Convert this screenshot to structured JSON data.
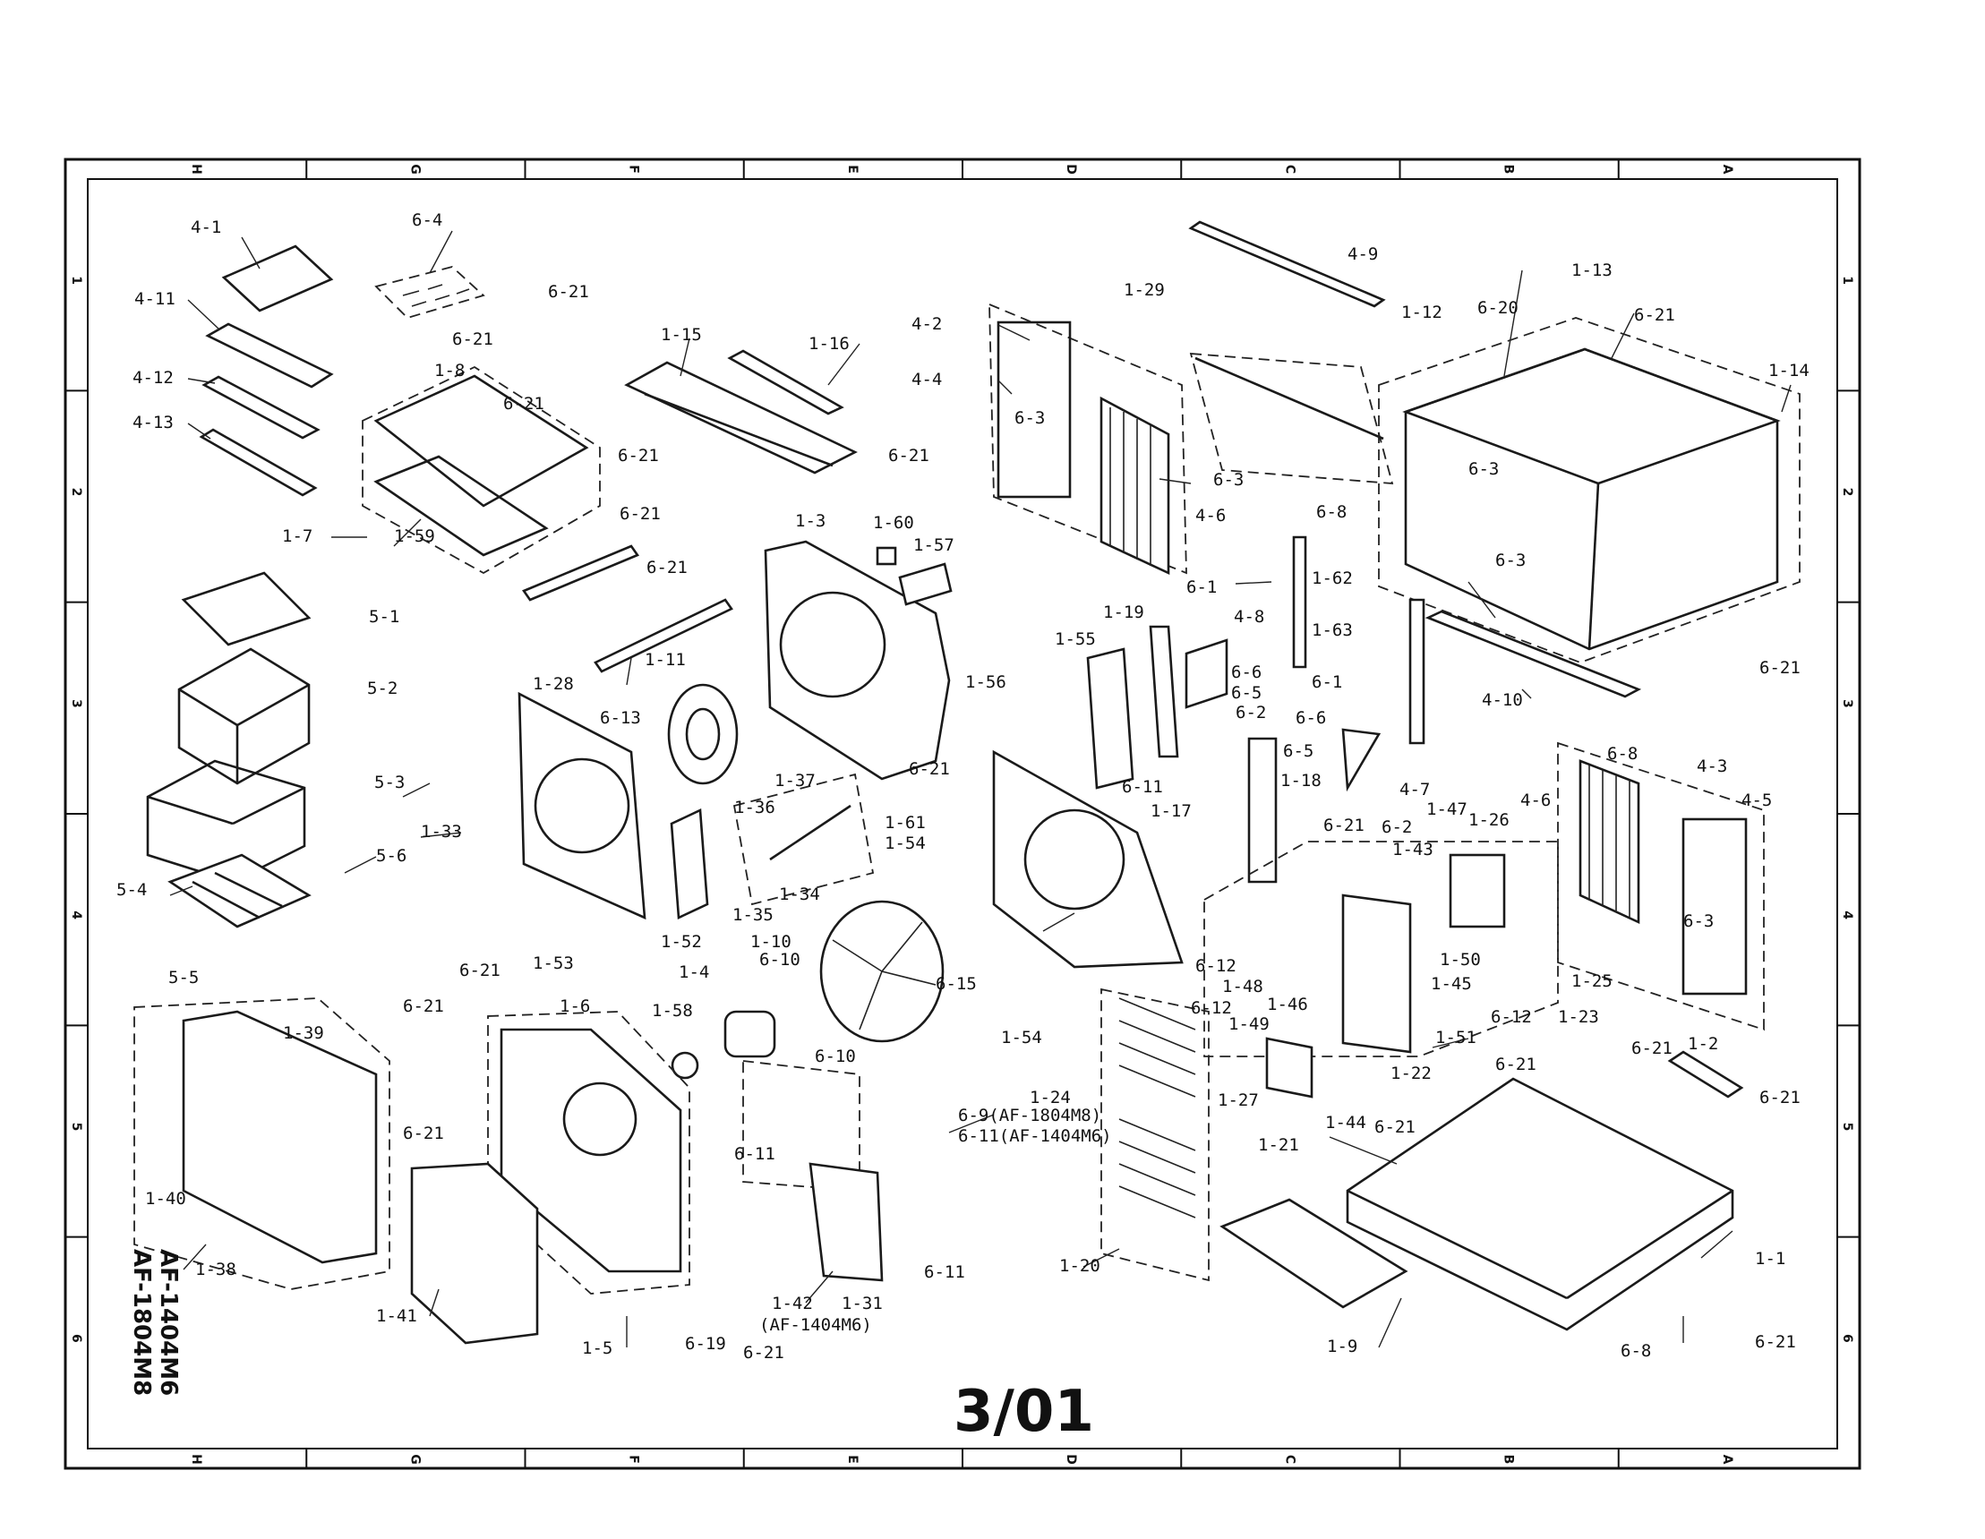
{
  "drawing": {
    "date_stamp": "3/01",
    "models": [
      "AF-1404M6",
      "AF-1804M8"
    ],
    "zone_columns": [
      "H",
      "G",
      "F",
      "E",
      "D",
      "C",
      "B",
      "A"
    ],
    "zone_rows": [
      "1",
      "2",
      "3",
      "4",
      "5",
      "6"
    ]
  },
  "callouts": [
    "4-1",
    "6-4",
    "4-11",
    "4-12",
    "4-13",
    "6-21",
    "1-8",
    "6-21",
    "1-15",
    "1-16",
    "6-21",
    "6-21",
    "1-7",
    "1-59",
    "6-21",
    "6-21",
    "6-21",
    "5-1",
    "1-28",
    "1-3",
    "1-60",
    "1-57",
    "1-11",
    "5-2",
    "6-13",
    "5-3",
    "1-33",
    "1-37",
    "1-36",
    "1-34",
    "1-35",
    "5-4",
    "5-6",
    "6-21",
    "1-53",
    "1-52",
    "5-5",
    "1-10",
    "1-4",
    "6-10",
    "1-58",
    "6-10",
    "6-21",
    "1-39",
    "1-6",
    "6-21",
    "1-40",
    "6-11",
    "1-42",
    "(AF-1404M6)",
    "1-31",
    "6-11",
    "1-38",
    "1-41",
    "1-5",
    "6-19",
    "6-21",
    "4-2",
    "4-4",
    "6-3",
    "4-6",
    "1-29",
    "4-9",
    "6-3",
    "1-13",
    "6-20",
    "6-21",
    "1-12",
    "1-14",
    "6-3",
    "6-3",
    "6-8",
    "1-19",
    "1-55",
    "6-1",
    "4-8",
    "6-6",
    "6-5",
    "6-2",
    "1-62",
    "1-63",
    "4-10",
    "6-21",
    "1-56",
    "6-21",
    "1-61",
    "1-54",
    "6-11",
    "1-17",
    "1-18",
    "6-1",
    "6-6",
    "6-5",
    "6-2",
    "4-7",
    "6-8",
    "4-3",
    "4-5",
    "4-6",
    "6-3",
    "1-47",
    "1-26",
    "6-21",
    "1-43",
    "1-25",
    "1-50",
    "1-45",
    "1-23",
    "1-48",
    "1-46",
    "1-49",
    "6-12",
    "1-51",
    "6-12",
    "1-22",
    "1-54",
    "6-15",
    "1-24",
    "1-27",
    "1-21",
    "1-44",
    "6-21",
    "6-21",
    "6-21",
    "1-2",
    "6-21",
    "6-9(AF-1804M8)",
    "6-11(AF-1404M6)",
    "1-20",
    "1-9",
    "1-1",
    "6-8",
    "6-21",
    "6-12"
  ]
}
